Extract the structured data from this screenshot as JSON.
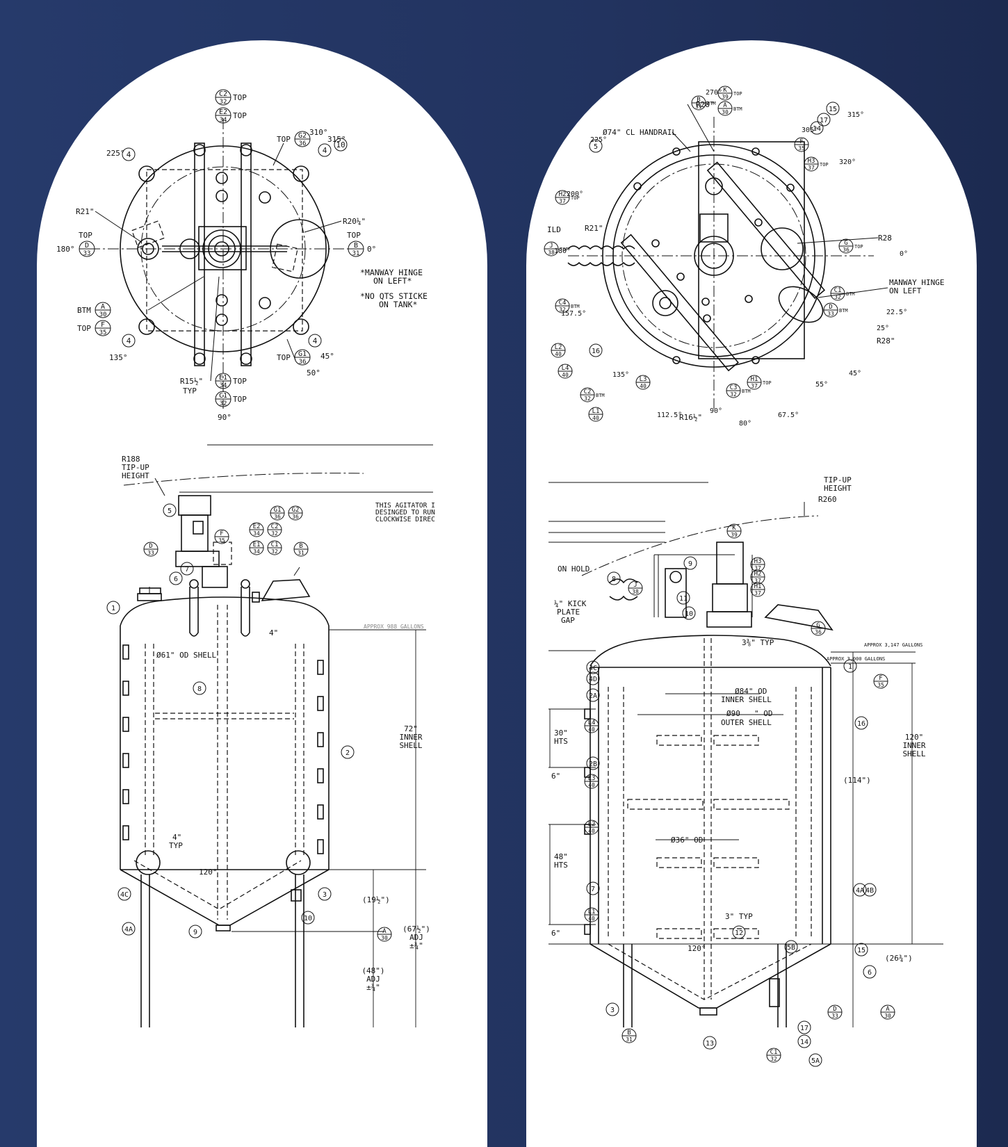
{
  "left": {
    "plan": {
      "top_labels": [
        {
          "num": "C2",
          "ref": "32",
          "side": "TOP"
        },
        {
          "num": "E2",
          "ref": "34",
          "side": "TOP"
        }
      ],
      "bottom_labels": [
        {
          "num": "E1",
          "ref": "34",
          "side": "TOP"
        },
        {
          "num": "C1",
          "ref": "32",
          "side": "TOP"
        }
      ],
      "left_labels": [
        {
          "num": "D",
          "ref": "33",
          "side": "TOP"
        },
        {
          "num": "A",
          "ref": "30",
          "side": "BTM"
        },
        {
          "num": "F",
          "ref": "35",
          "side": "TOP"
        }
      ],
      "right_labels": [
        {
          "num": "B",
          "ref": "31",
          "side": "TOP"
        },
        {
          "num": "G2",
          "ref": "36",
          "side": "TOP"
        },
        {
          "num": "G1",
          "ref": "36",
          "side": "TOP"
        }
      ],
      "angles": [
        "225°",
        "310°",
        "315°",
        "180°",
        "0°",
        "135°",
        "45°",
        "50°",
        "90°"
      ],
      "radii": {
        "r21": "R21\"",
        "r20": "R20¼\"",
        "r15": "R15½\"",
        "typ": "TYP"
      },
      "leg_balloon": "4",
      "notes": [
        "*MANWAY HINGE",
        "ON LEFT*",
        "*NO QTS STICKE",
        "ON TANK*"
      ]
    },
    "elevation": {
      "tipup": [
        "R188",
        "TIP-UP",
        "HEIGHT"
      ],
      "agitator_note": [
        "THIS AGITATOR I",
        "DESINGED TO RUN",
        "CLOCKWISE DIREC"
      ],
      "nozzles": [
        {
          "num": "F",
          "ref": "35"
        },
        {
          "num": "G1",
          "ref": "36"
        },
        {
          "num": "G2",
          "ref": "36"
        },
        {
          "num": "E2",
          "ref": "34"
        },
        {
          "num": "C2",
          "ref": "32"
        },
        {
          "num": "D",
          "ref": "33"
        },
        {
          "num": "E1",
          "ref": "34"
        },
        {
          "num": "C1",
          "ref": "32"
        },
        {
          "num": "B",
          "ref": "31"
        },
        {
          "num": "A",
          "ref": "30"
        }
      ],
      "items": [
        "1",
        "2",
        "3",
        "4A",
        "4C",
        "5",
        "6",
        "7",
        "8",
        "9",
        "10"
      ],
      "dims": {
        "gallons": "APPROX 988 GALLONS",
        "shell_od": "Ø61\" OD SHELL",
        "inner_h": [
          "72\"",
          "INNER",
          "SHELL"
        ],
        "four": "4\"",
        "typ4": [
          "4\"",
          "TYP"
        ],
        "cone": "120°",
        "d19": "(19½\")",
        "d67": [
          "(67½\")",
          "ADJ",
          "±¾\""
        ],
        "d48": [
          "(48\")",
          "ADJ",
          "±¾\""
        ]
      }
    }
  },
  "right": {
    "plan": {
      "labels": [
        {
          "num": "K",
          "ref": "39",
          "side": "TOP"
        },
        {
          "num": "B",
          "ref": "31",
          "side": "BTM"
        },
        {
          "num": "A",
          "ref": "30",
          "side": "BTM"
        },
        {
          "num": "F",
          "ref": "35",
          "side": ""
        },
        {
          "num": "H3",
          "ref": "37",
          "side": "TOP"
        },
        {
          "num": "H2",
          "ref": "37",
          "side": "TOP"
        },
        {
          "num": "J",
          "ref": "38",
          "side": "TOP"
        },
        {
          "num": "G",
          "ref": "36",
          "side": "TOP"
        },
        {
          "num": "C4",
          "ref": "32",
          "side": "BTM"
        },
        {
          "num": "C1",
          "ref": "32",
          "side": "BTM"
        },
        {
          "num": "D",
          "ref": "33",
          "side": "BTM"
        },
        {
          "num": "L2",
          "ref": "40",
          "side": ""
        },
        {
          "num": "L4",
          "ref": "40",
          "side": ""
        },
        {
          "num": "L1",
          "ref": "40",
          "side": ""
        },
        {
          "num": "L3",
          "ref": "40",
          "side": ""
        },
        {
          "num": "C3",
          "ref": "32",
          "side": "BTM"
        },
        {
          "num": "H1",
          "ref": "37",
          "side": "TOP"
        },
        {
          "num": "C2",
          "ref": "32",
          "side": "BTM"
        }
      ],
      "angles": [
        "270°",
        "305°",
        "315°",
        "320°",
        "225°",
        "200°",
        "180°",
        "0°",
        "22.5°",
        "25°",
        "157.5°",
        "135°",
        "45°",
        "55°",
        "112.5°",
        "90°",
        "80°",
        "67.5°"
      ],
      "radii": {
        "r28a": "R28\"",
        "r28b": "R28",
        "r28c": "R28\"",
        "r21": "R21\"",
        "r16": "R16½\"",
        "handrail": "Ø74\" CL HANDRAIL",
        "ild": "ILD"
      },
      "balloons": [
        "5",
        "14",
        "17",
        "15",
        "16"
      ],
      "notes": [
        "MANWAY HINGE",
        "ON LEFT"
      ]
    },
    "elevation": {
      "tipup": [
        "TIP-UP",
        "HEIGHT",
        "R260"
      ],
      "nozzles": [
        {
          "num": "K",
          "ref": "39"
        },
        {
          "num": "H3",
          "ref": "37"
        },
        {
          "num": "H2",
          "ref": "37"
        },
        {
          "num": "H1",
          "ref": "37"
        },
        {
          "num": "J",
          "ref": "38"
        },
        {
          "num": "G",
          "ref": "36"
        },
        {
          "num": "F",
          "ref": "35"
        },
        {
          "num": "L4",
          "ref": "40"
        },
        {
          "num": "L3",
          "ref": "40"
        },
        {
          "num": "L2",
          "ref": "40"
        },
        {
          "num": "L1",
          "ref": "40"
        },
        {
          "num": "D",
          "ref": "33"
        },
        {
          "num": "B",
          "ref": "31"
        },
        {
          "num": "C1",
          "ref": "32"
        },
        {
          "num": "A",
          "ref": "30"
        }
      ],
      "items": [
        "1",
        "2A",
        "2B",
        "3",
        "4A",
        "4B",
        "4C",
        "4D",
        "5A",
        "5B",
        "6",
        "7",
        "8",
        "9",
        "10",
        "11",
        "12",
        "13",
        "14",
        "15",
        "16",
        "17"
      ],
      "dims": {
        "on_hold": "ON HOLD",
        "kick": [
          "¼\" KICK",
          "PLATE",
          "GAP"
        ],
        "typ38": "3⅜\" TYP",
        "gal1": "APPROX 3,147 GALLONS",
        "gal2": "APPROX 3,000 GALLONS",
        "inner": [
          "Ø84\" OD",
          "INNER SHELL"
        ],
        "outer": [
          "Ø90",
          "\" OD",
          "OUTER SHELL"
        ],
        "hts30": [
          "30\"",
          "HTS"
        ],
        "hts48": [
          "48\"",
          "HTS"
        ],
        "six": "6\"",
        "six_b": "6\"",
        "d36": "Ø36\" OD",
        "typ3": "3\" TYP",
        "h120": [
          "120\"",
          "INNER",
          "SHELL"
        ],
        "d114": "(114\")",
        "d26": "(26¾\")",
        "cone": "120°"
      }
    }
  }
}
